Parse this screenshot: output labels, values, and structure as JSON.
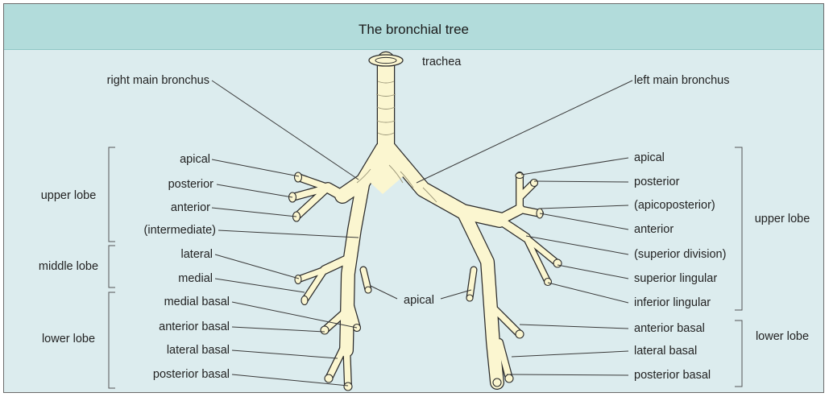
{
  "title": "The bronchial tree",
  "labels": {
    "trachea": "trachea",
    "right_main_bronchus": "right main bronchus",
    "left_main_bronchus": "left main bronchus",
    "apical_center": "apical"
  },
  "right_side": {
    "groups": [
      {
        "name": "upper lobe",
        "segments": [
          "apical",
          "posterior",
          "anterior",
          "(intermediate)"
        ]
      },
      {
        "name": "middle lobe",
        "segments": [
          "lateral",
          "medial"
        ]
      },
      {
        "name": "lower lobe",
        "segments": [
          "medial basal",
          "anterior basal",
          "lateral basal",
          "posterior basal"
        ]
      }
    ]
  },
  "left_side": {
    "groups": [
      {
        "name": "upper lobe",
        "segments": [
          "apical",
          "posterior",
          "(apicoposterior)",
          "anterior",
          "(superior division)",
          "superior lingular",
          "inferior lingular"
        ]
      },
      {
        "name": "lower lobe",
        "segments": [
          "anterior basal",
          "lateral basal",
          "posterior basal"
        ]
      }
    ]
  },
  "colors": {
    "background": "#dcecee",
    "title_bar": "#b2dcdb",
    "bronchus_fill": "#fbf6d0",
    "bronchus_outline": "#2b2b2b",
    "leader_line": "#3a3a3a"
  }
}
